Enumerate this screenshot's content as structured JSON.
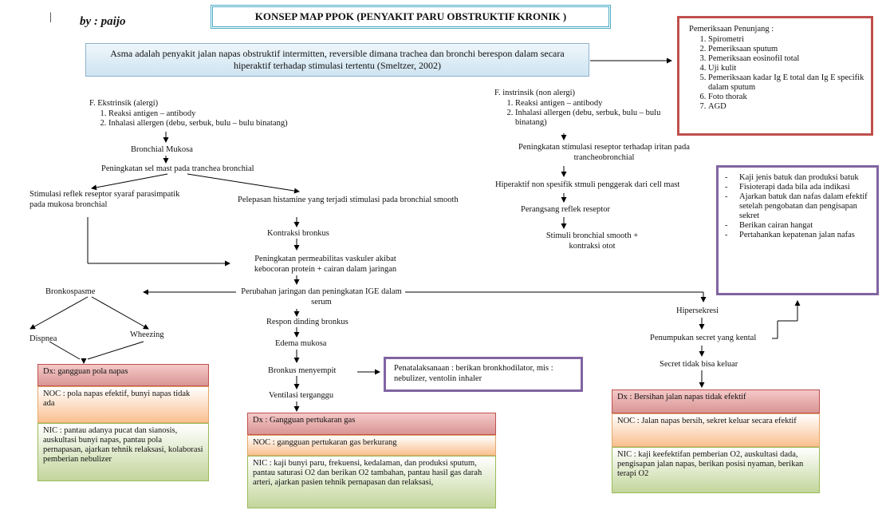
{
  "author": "by : paijo",
  "title": "KONSEP MAP PPOK (PENYAKIT PARU OBSTRUKTIF KRONIK )",
  "definition": "Asma adalah penyakit jalan napas obstruktif intermitten, reversible dimana trachea dan bronchi berespon dalam secara hiperaktif terhadap stimulasi tertentu (Smeltzer, 2002)",
  "pemeriksaan": {
    "title": "Pemeriksaan Penunjang :",
    "items": [
      "Spirometri",
      "Pemeriksaan sputum",
      "Pemeriksaan eosinofil total",
      "Uji kulit",
      "Pemeriksaan kadar Ig E total dan Ig E specifik dalam sputum",
      "Foto thorak",
      "AGD"
    ]
  },
  "ekstrinsik": {
    "title": "F. Ekstrinsik (alergi)",
    "items": [
      "Reaksi antigen – antibody",
      "Inhalasi allergen (debu, serbuk, bulu – bulu binatang)"
    ]
  },
  "intrinsik": {
    "title": "F. instrinsik (non alergi)",
    "items": [
      "Reaksi antigen – antibody",
      "Inhalasi allergen (debu, serbuk, bulu – bulu binatang)"
    ]
  },
  "nodes": {
    "bronchial_mukosa": "Bronchial Mukosa",
    "sel_mast": "Peningkatan sel mast pada tranchea bronchial",
    "stimulasi_reflek": "Stimulasi reflek reseptor syaraf parasimpatik pada mukosa bronchial",
    "pelepasan_histamine": "Pelepasan histamine yang terjadi stimulasi pada bronchial smooth",
    "kontraksi_bronkus": "Kontraksi bronkus",
    "permeabilitas": "Peningkatan permeabilitas vaskuler akibat kebocoran protein + cairan dalam jaringan",
    "perubahan_jaringan": "Perubahan jaringan dan peningkatan IGE dalam serum",
    "respon_dinding": "Respon dinding bronkus",
    "edema_mukosa": "Edema mukosa",
    "bronkus_menyempit": "Bronkus menyempit",
    "ventilasi": "Ventilasi terganggu",
    "bronkospasme": "Bronkospasme",
    "dispnea": "Dispnea",
    "wheezing": "Wheezing",
    "stimulasi_reseptor": "Peningkatan stimulasi reseptor terhadap iritan pada trancheobronchial",
    "hiperaktif": "Hiperaktif non spesifik stmuli penggerak dari cell mast",
    "perangsang": "Perangsang reflek reseptor",
    "stimuli_smooth": "Stimuli bronchial smooth + kontraksi otot",
    "hipersekresi": "Hipersekresi",
    "penumpukan": "Penumpukan secret yang kental",
    "secret_tidak_keluar": "Secret tidak bisa keluar"
  },
  "penatalaksanaan": "Penatalaksanaan : berikan bronkhodilator, mis : nebulizer, ventolin inhaler",
  "intervensi": [
    "Kaji jenis batuk dan produksi batuk",
    "Fisioterapi dada bila ada indikasi",
    "Ajarkan batuk dan nafas dalam efektif setelah pengobatan dan pengisapan sekret",
    "Berikan cairan hangat",
    "Pertahankan kepatenan jalan nafas"
  ],
  "dx1": {
    "dx": "Dx: gangguan pola napas",
    "noc": "NOC : pola napas efektif, bunyi napas tidak ada",
    "nic": "NIC : pantau adanya pucat dan sianosis, auskultasi bunyi napas, pantau pola pernapasan, ajarkan tehnik relaksasi, kolaborasi pemberian nebulizer"
  },
  "dx2": {
    "dx": "Dx : Gangguan pertukaran gas",
    "noc": "NOC : gangguan pertukaran gas berkurang",
    "nic": "NIC : kaji bunyi paru, frekuensi, kedalaman, dan produksi sputum, pantau saturasi O2 dan berikan O2 tambahan, pantau hasil gas darah arteri, ajarkan pasien tehnik pernapasan dan relaksasi,"
  },
  "dx3": {
    "dx": "Dx : Bersihan jalan napas tidak efektif",
    "noc": "NOC : Jalan napas bersih, sekret keluar secara efektif",
    "nic": "NIC : kaji keefektifan pemberian O2, auskultasi dada, pengisapan jalan napas, berikan posisi nyaman, berikan terapi O2"
  }
}
